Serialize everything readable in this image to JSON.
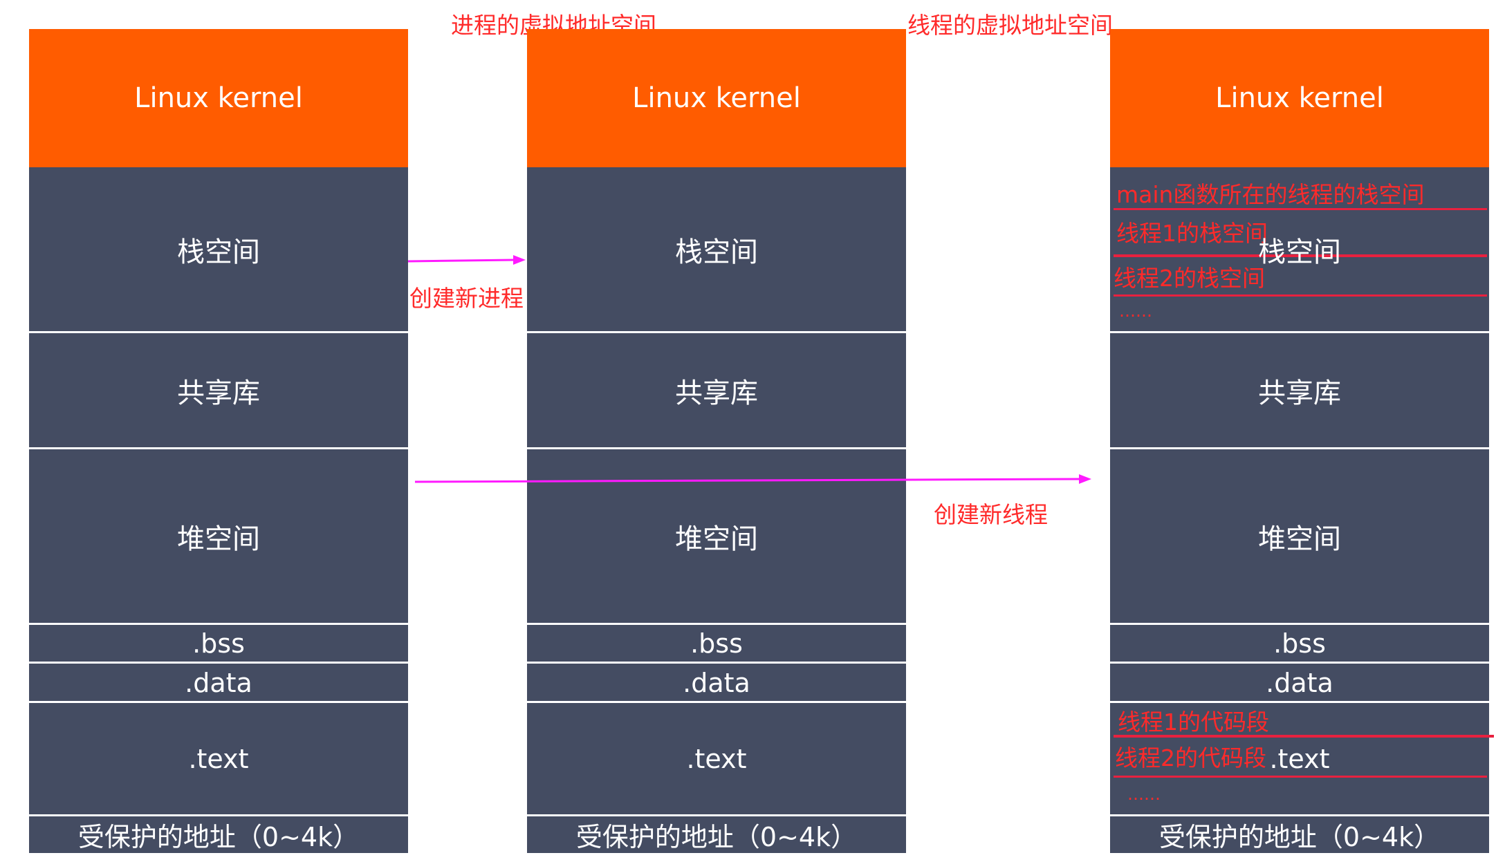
{
  "titles": {
    "process_vas": "进程的虚拟地址空间",
    "thread_vas": "线程的虚拟地址空间"
  },
  "arrows": {
    "new_process": "创建新进程",
    "new_thread": "创建新线程"
  },
  "segments": {
    "kernel": "Linux kernel",
    "stack": "栈空间",
    "shared_lib": "共享库",
    "heap": "堆空间",
    "bss": ".bss",
    "data": ".data",
    "text": ".text",
    "protected": "受保护的地址（0~4k）"
  },
  "thread_stacks": {
    "main": "main函数所在的线程的栈空间",
    "t1": "线程1的栈空间",
    "t2": "线程2的栈空间",
    "more": "……"
  },
  "thread_code": {
    "t1": "线程1的代码段",
    "t2": "线程2的代码段",
    "more": "……"
  },
  "colors": {
    "kernel": "#ff5c00",
    "segment": "#444c62",
    "annotation": "#ff2a2a",
    "arrow": "#ff1aff"
  }
}
